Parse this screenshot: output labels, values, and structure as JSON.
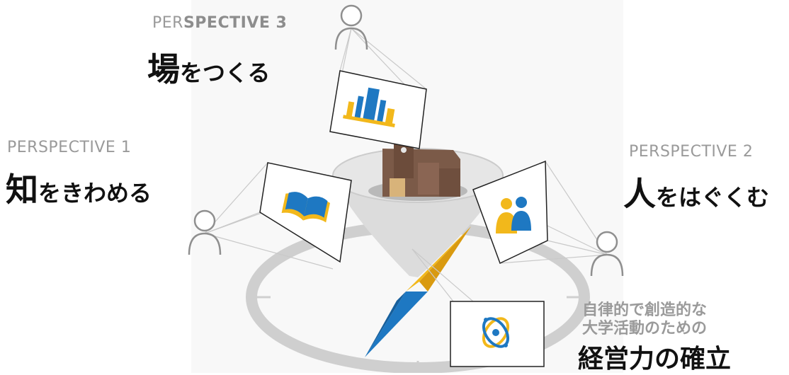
{
  "perspective3": {
    "label_prefix": "PER",
    "label_suffix": "SPECTIVE 3",
    "title_big": "場",
    "title_small": "をつくる"
  },
  "perspective1": {
    "label": "PERSPECTIVE 1",
    "title_big": "知",
    "title_small": "をきわめる"
  },
  "perspective2": {
    "label": "PERSPECTIVE 2",
    "title_big": "人",
    "title_small": "をはぐくむ"
  },
  "center": {
    "subtitle_line1": "自律的で創造的な",
    "subtitle_line2": "大学活動のための",
    "title": "経営力の確立"
  },
  "colors": {
    "yellow": "#f2b81b",
    "blue": "#1e78c2",
    "brown": "#7b5a48",
    "gray": "#d6d6d6"
  },
  "icons": [
    "person-icon",
    "building-icon",
    "book-icon",
    "people-icon",
    "atom-icon",
    "compass-needle-icon"
  ]
}
